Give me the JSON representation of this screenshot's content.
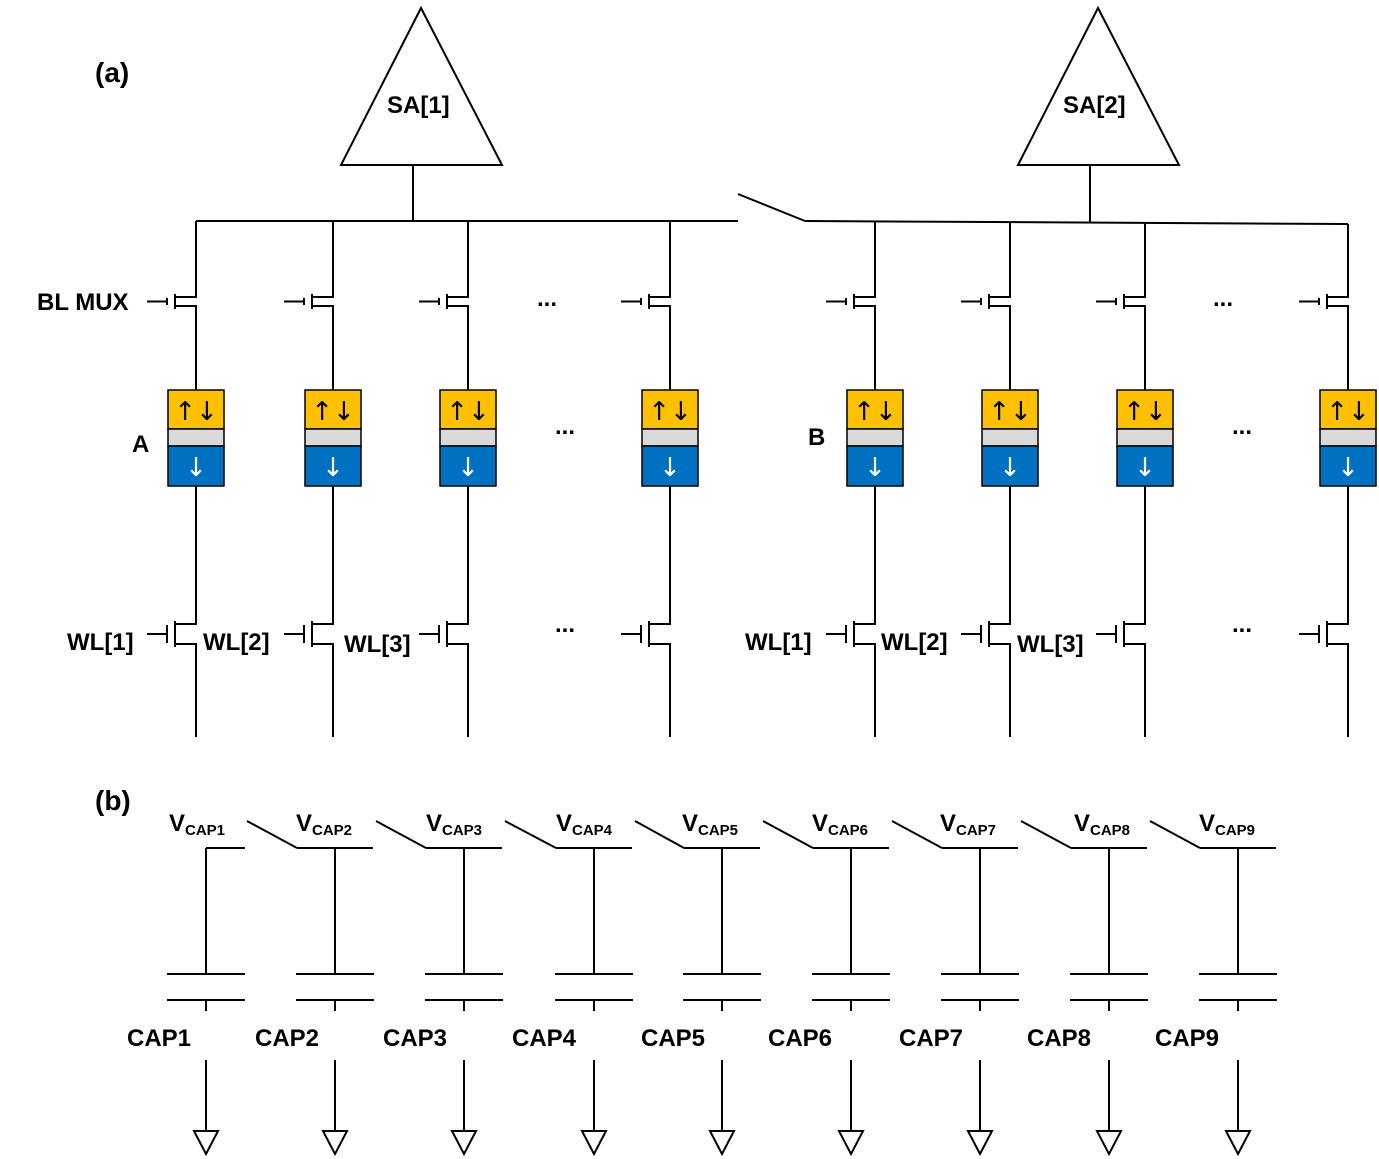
{
  "panel_a": {
    "label": "(a)",
    "sa_left": "SA[1]",
    "sa_right": "SA[2]",
    "bl_mux": "BL MUX",
    "group_left": "A",
    "group_right": "B",
    "ellipsis": "...",
    "mtj_free": "↑↓",
    "mtj_ref": "↓",
    "wl_left": [
      "WL[1]",
      "WL[2]",
      "WL[3]"
    ],
    "wl_right": [
      "WL[1]",
      "WL[2]",
      "WL[3]"
    ]
  },
  "panel_b": {
    "label": "(b)",
    "v_prefix": "V",
    "v_subs": [
      "CAP1",
      "CAP2",
      "CAP3",
      "CAP4",
      "CAP5",
      "CAP6",
      "CAP7",
      "CAP8",
      "CAP9"
    ],
    "caps": [
      "CAP1",
      "CAP2",
      "CAP3",
      "CAP4",
      "CAP5",
      "CAP6",
      "CAP7",
      "CAP8",
      "CAP9"
    ]
  },
  "colors": {
    "free_layer": "#FFC000",
    "barrier": "#D9D9D9",
    "ref_layer": "#0070C0",
    "wire": "#000000"
  }
}
